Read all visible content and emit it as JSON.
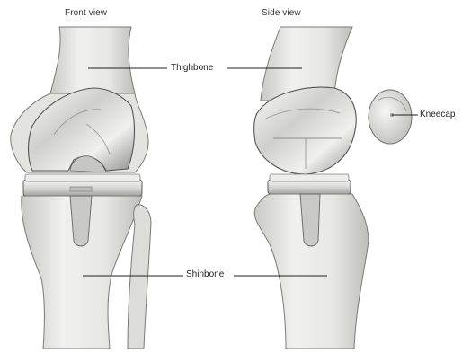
{
  "views": {
    "front_label": "Front view",
    "side_label": "Side view"
  },
  "callouts": {
    "thighbone": "Thighbone",
    "kneecap": "Kneecap",
    "shinbone": "Shinbone"
  },
  "colors": {
    "bone_fill": "#ececea",
    "bone_shade": "#b9b9b6",
    "bone_outline": "#6f6f6c",
    "implant_light": "#f2f2f1",
    "implant_dark": "#8a8a88",
    "leader_line": "#222222"
  }
}
